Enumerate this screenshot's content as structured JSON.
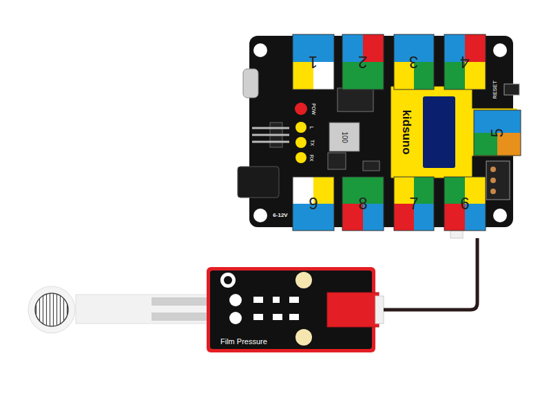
{
  "diagram": {
    "nodes": [
      {
        "text": [
          "1"
        ]
      },
      {
        "text": [
          "2"
        ]
      },
      {
        "text": [
          "3"
        ]
      },
      {
        "text": [
          "4"
        ]
      },
      {
        "text": [
          "5"
        ]
      },
      {
        "text": [
          "9"
        ]
      },
      {
        "text": [
          "8"
        ]
      },
      {
        "text": [
          "7"
        ]
      },
      {
        "text": [
          "6"
        ]
      },
      {
        "text": [
          "Film Pressure"
        ]
      }
    ],
    "edges": [
      {
        "from": 9,
        "to": 8,
        "arrow": "none"
      }
    ],
    "labels": [
      "kidsuno",
      "RESET",
      "POW",
      "L",
      "TX",
      "RX",
      "100",
      "6-12V"
    ]
  }
}
